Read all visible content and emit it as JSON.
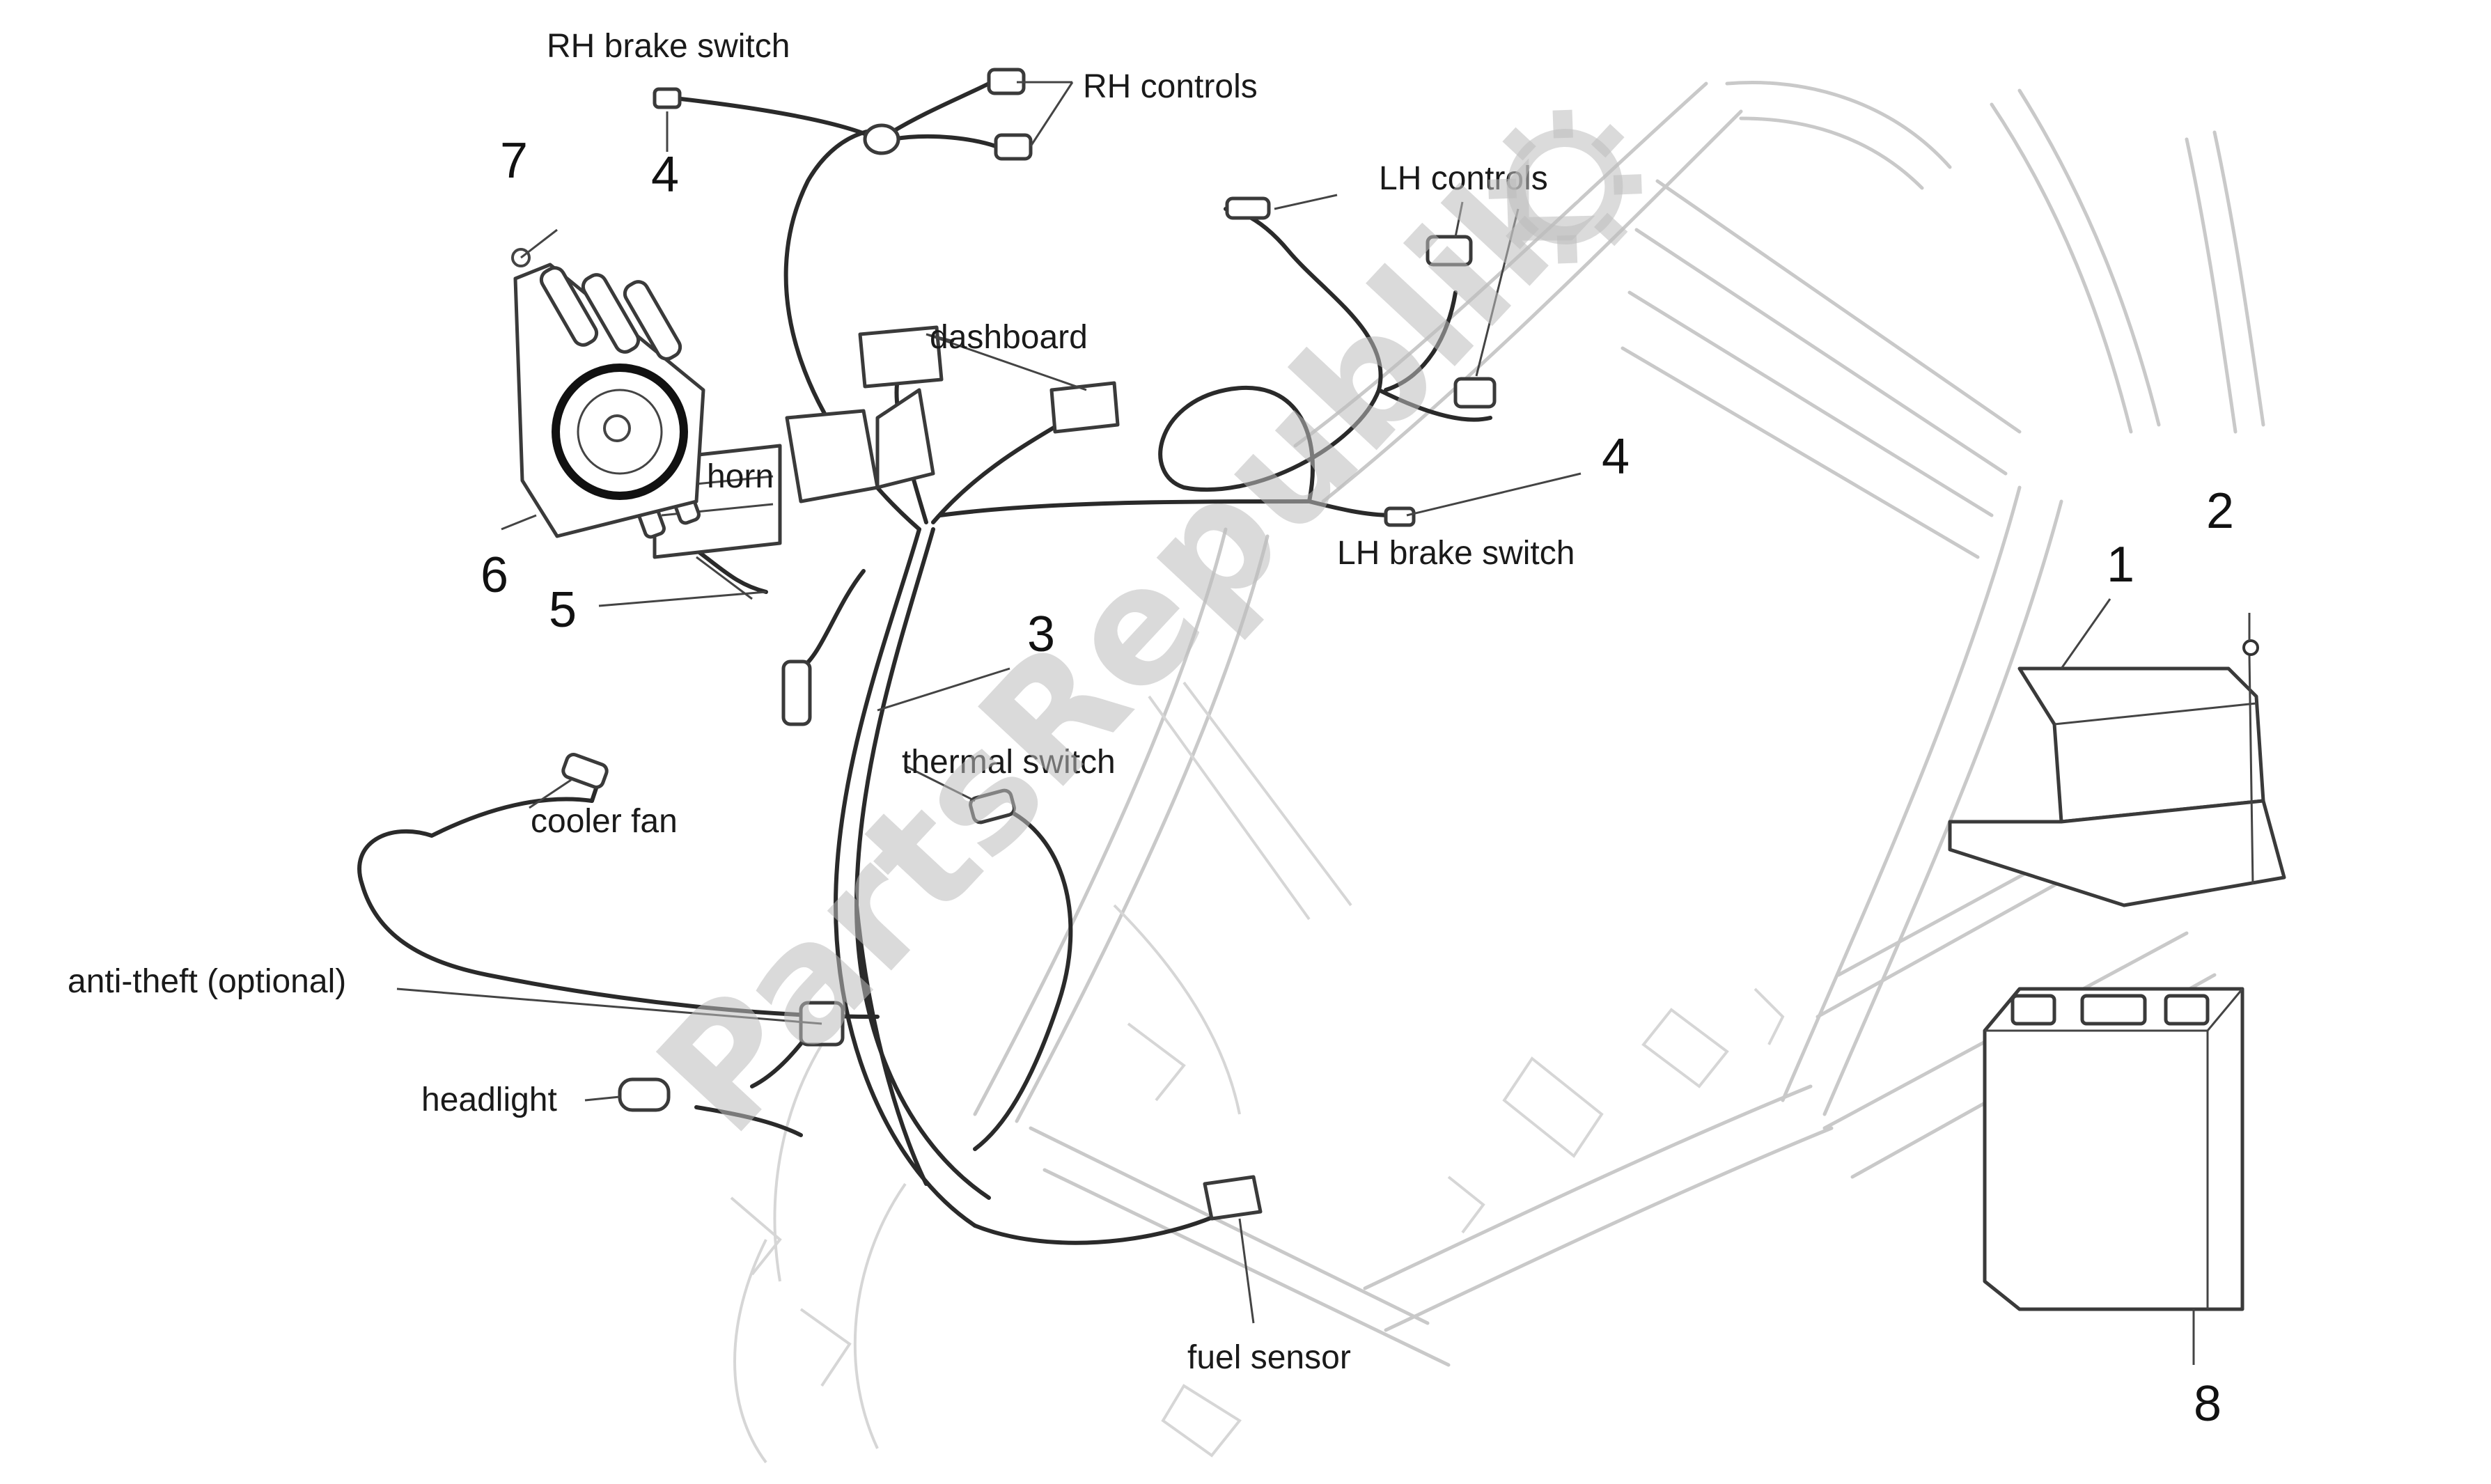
{
  "labels": {
    "rh_brake_switch": "RH brake switch",
    "rh_controls": "RH controls",
    "lh_controls": "LH controls",
    "dashboard": "dashboard",
    "horn": "horn",
    "lh_brake_switch": "LH brake switch",
    "thermal_switch": "thermal switch",
    "cooler_fan": "cooler fan",
    "anti_theft": "anti-theft (optional)",
    "headlight": "headlight",
    "fuel_sensor": "fuel sensor"
  },
  "callouts": {
    "n1": "1",
    "n2": "2",
    "n3": "3",
    "n4_rh": "4",
    "n4_lh": "4",
    "n5": "5",
    "n6": "6",
    "n7": "7",
    "n8": "8"
  },
  "watermark": {
    "text": "PartsRepublik"
  },
  "colors": {
    "line": "#2a2a2a",
    "frame": "#c9c9c9",
    "watermark": "#bdbdbd"
  }
}
